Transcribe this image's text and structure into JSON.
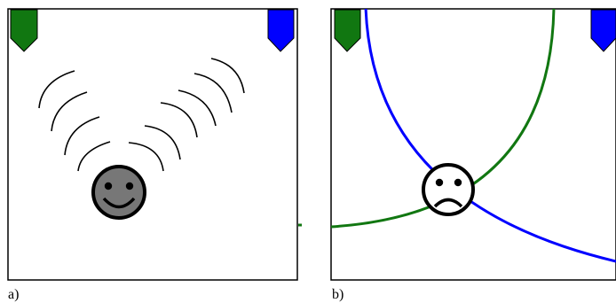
{
  "panels": [
    {
      "label": "a)",
      "markers": [
        {
          "icon": "green-marker-icon",
          "color": "#117711"
        },
        {
          "icon": "blue-marker-icon",
          "color": "#0000ff"
        }
      ],
      "face": {
        "icon": "smiley-face-icon",
        "expression": "happy",
        "fill": "#777777"
      },
      "signal_waves": {
        "icon": "signal-wave-icon",
        "arcs_per_side": 4
      }
    },
    {
      "label": "b)",
      "markers": [
        {
          "icon": "green-marker-icon",
          "color": "#117711"
        },
        {
          "icon": "blue-marker-icon",
          "color": "#0000ff"
        }
      ],
      "face": {
        "icon": "sad-face-icon",
        "expression": "sad",
        "fill": "#ffffff"
      },
      "range_circles": [
        {
          "name": "green-range-circle",
          "color": "#117711"
        },
        {
          "name": "blue-range-circle",
          "color": "#0000ff"
        }
      ]
    }
  ]
}
